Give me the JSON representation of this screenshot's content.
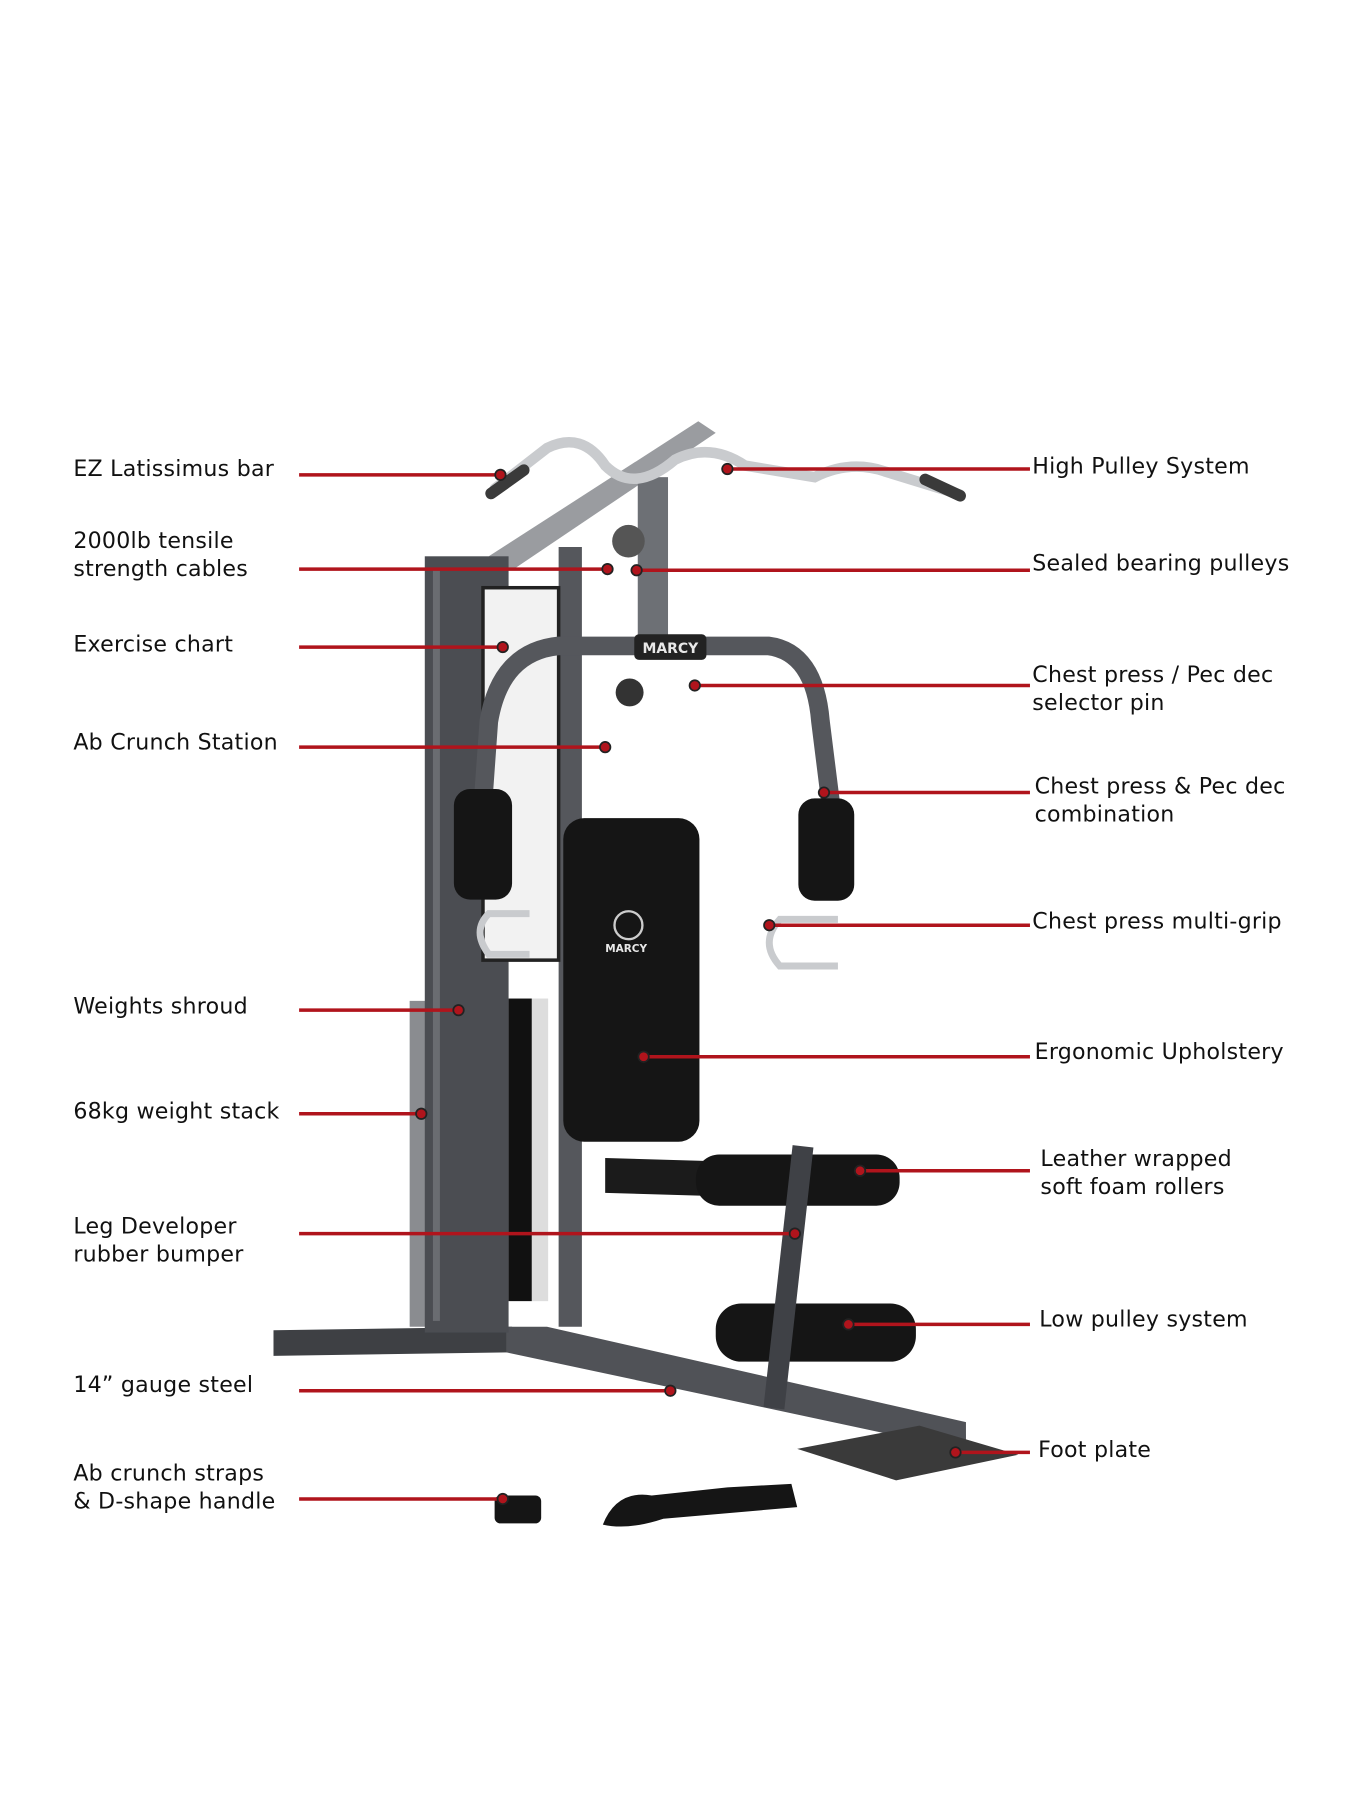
{
  "colors": {
    "callout": "#b0141c",
    "frame": "#4b4d52",
    "padding": "#151515",
    "chrome": "#c9cbce"
  },
  "product": {
    "brand": "MARCY"
  },
  "left_callouts": [
    {
      "lines": [
        "EZ Latissimus bar"
      ]
    },
    {
      "lines": [
        "2000lb tensile",
        "strength cables"
      ]
    },
    {
      "lines": [
        "Exercise chart"
      ]
    },
    {
      "lines": [
        "Ab Crunch Station"
      ]
    },
    {
      "lines": [
        "Weights shroud"
      ]
    },
    {
      "lines": [
        "68kg weight stack"
      ]
    },
    {
      "lines": [
        "Leg Developer",
        "rubber bumper"
      ]
    },
    {
      "lines": [
        "14” gauge steel"
      ]
    },
    {
      "lines": [
        "Ab crunch straps",
        "& D-shape handle"
      ]
    }
  ],
  "right_callouts": [
    {
      "lines": [
        "High Pulley System"
      ]
    },
    {
      "lines": [
        "Sealed bearing pulleys"
      ]
    },
    {
      "lines": [
        "Chest press / Pec dec",
        "selector pin"
      ]
    },
    {
      "lines": [
        "Chest press & Pec dec",
        "combination"
      ]
    },
    {
      "lines": [
        "Chest press multi-grip"
      ]
    },
    {
      "lines": [
        "Ergonomic Upholstery"
      ]
    },
    {
      "lines": [
        "Leather wrapped",
        "soft foam rollers"
      ]
    },
    {
      "lines": [
        "Low pulley system"
      ]
    },
    {
      "lines": [
        "Foot plate"
      ]
    }
  ]
}
